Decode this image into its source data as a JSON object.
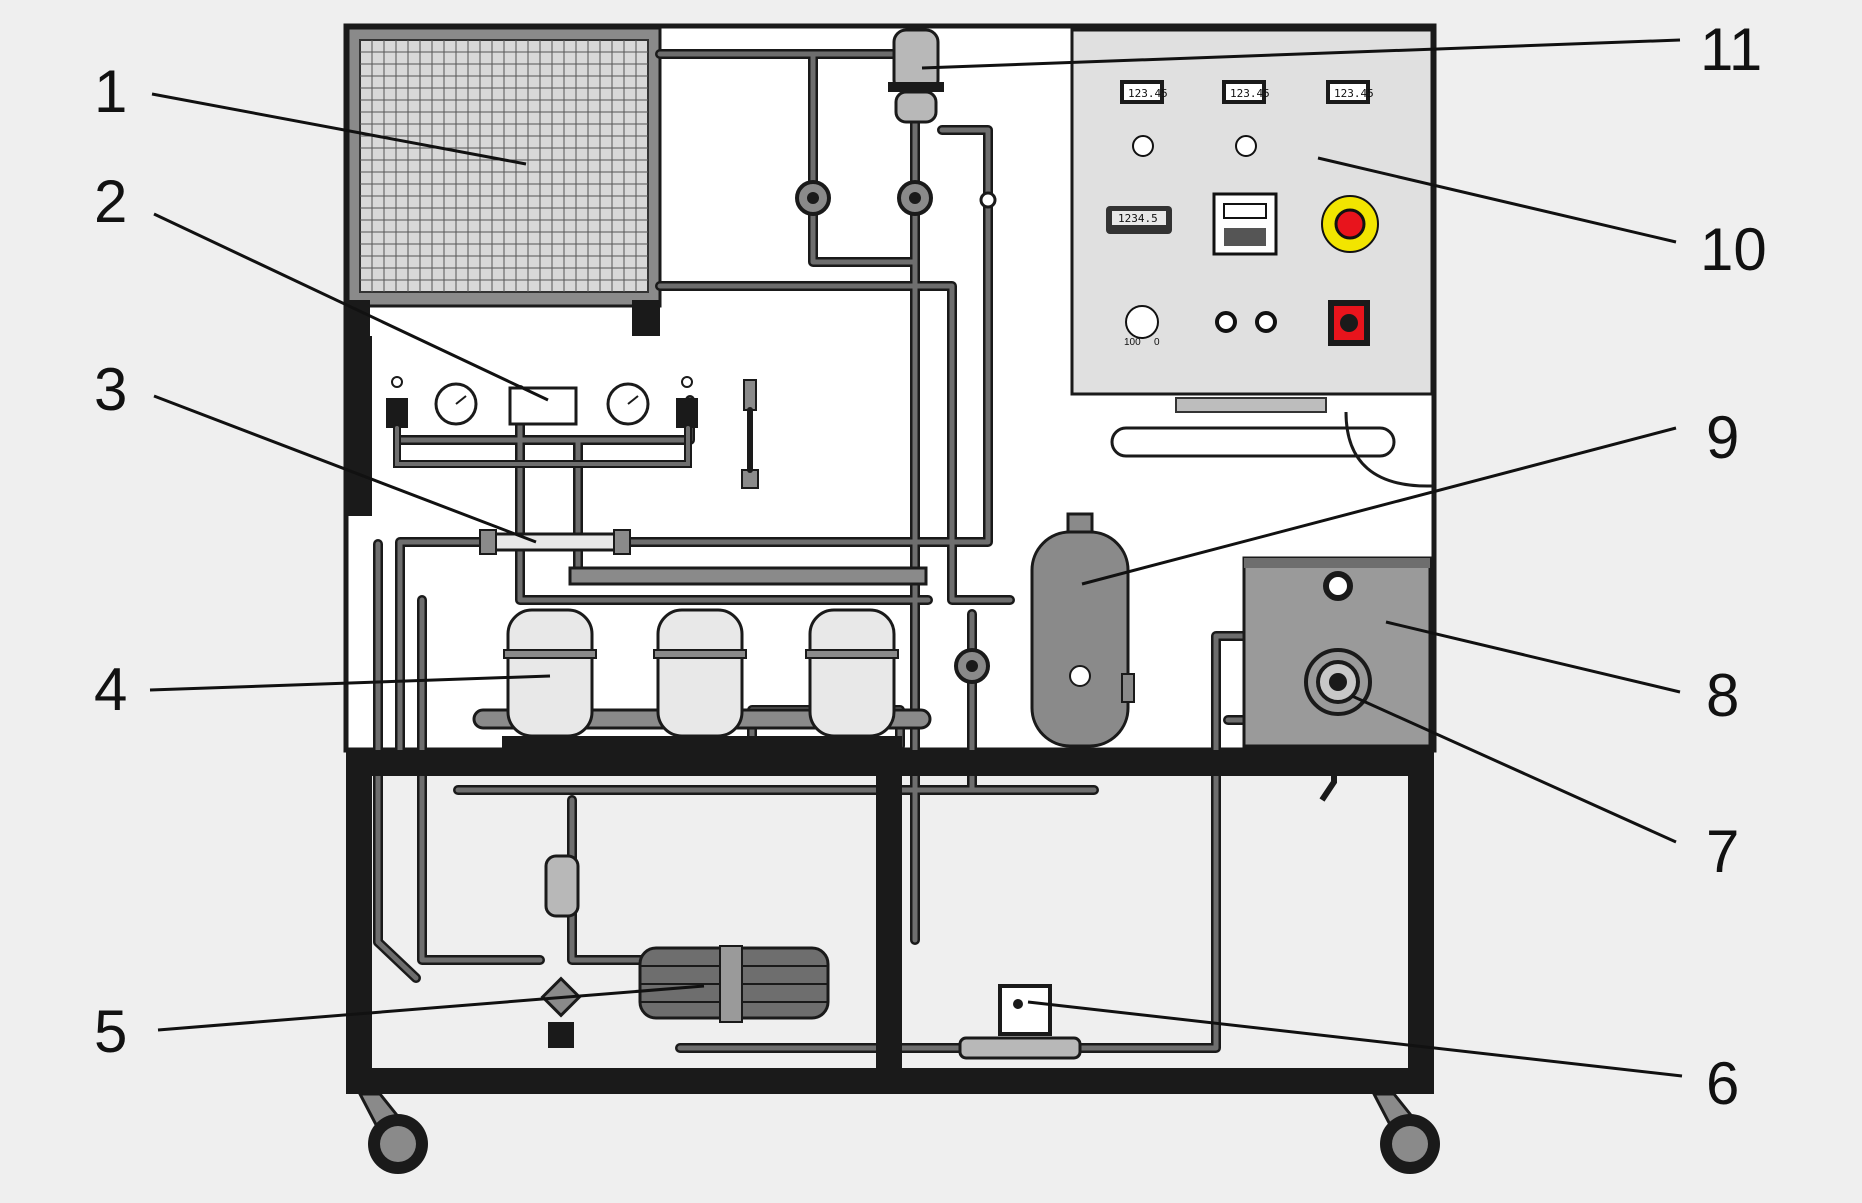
{
  "colors": {
    "background": "#efefef",
    "board": "#ffffff",
    "frame": "#1a1a1a",
    "pipe": "#6e6e6e",
    "component": "#b8b8b8",
    "panel": "#e0e0e0",
    "stop_button": "#e8141c",
    "stop_ring": "#f2e500",
    "leader": "#111111"
  },
  "panel": {
    "display_value_1": "123.45",
    "display_value_2": "123.45",
    "display_value_3": "123.45",
    "counter_value": "1234.5",
    "dial_max": "100",
    "dial_min": "0"
  },
  "callouts": [
    {
      "label": "1"
    },
    {
      "label": "2"
    },
    {
      "label": "3"
    },
    {
      "label": "4"
    },
    {
      "label": "5"
    },
    {
      "label": "6"
    },
    {
      "label": "7"
    },
    {
      "label": "8"
    },
    {
      "label": "9"
    },
    {
      "label": "10"
    },
    {
      "label": "11"
    }
  ]
}
